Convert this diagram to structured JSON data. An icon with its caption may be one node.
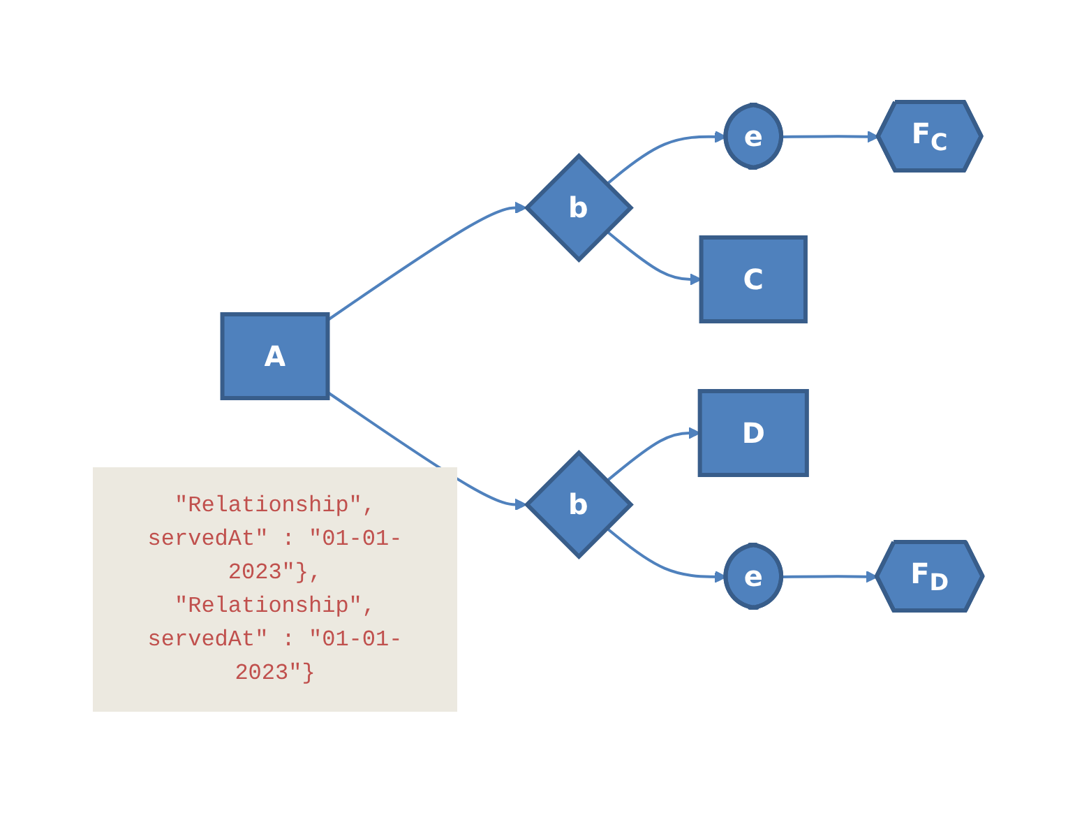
{
  "diagram": {
    "nodes": [
      {
        "text": [
          "F$_{C}$"
        ]
      },
      {
        "text": [
          "e"
        ]
      },
      {
        "text": [
          "A"
        ]
      },
      {
        "text": [
          "b"
        ]
      },
      {
        "text": [
          "C"
        ]
      },
      {
        "text": [
          "b"
        ]
      },
      {
        "text": [
          "D"
        ]
      },
      {
        "text": [
          "e"
        ]
      },
      {
        "text": [
          "F$_{D}$"
        ]
      },
      {
        "text": [
          "\"Relationship\",",
          "servedAt\" : \"01-01-2023\"},",
          "\"Relationship\",",
          "servedAt\" : \"01-01-2023\"}"
        ]
      }
    ],
    "edges": [
      {
        "from": 2,
        "to": 3,
        "arrow": "to"
      },
      {
        "from": 2,
        "to": 5,
        "arrow": "to"
      },
      {
        "from": 3,
        "to": 1,
        "arrow": "to"
      },
      {
        "from": 1,
        "to": 0,
        "arrow": "to"
      },
      {
        "from": 3,
        "to": 4,
        "arrow": "to"
      },
      {
        "from": 5,
        "to": 6,
        "arrow": "to"
      },
      {
        "from": 5,
        "to": 7,
        "arrow": "to"
      },
      {
        "from": 7,
        "to": 8,
        "arrow": "to"
      }
    ]
  }
}
